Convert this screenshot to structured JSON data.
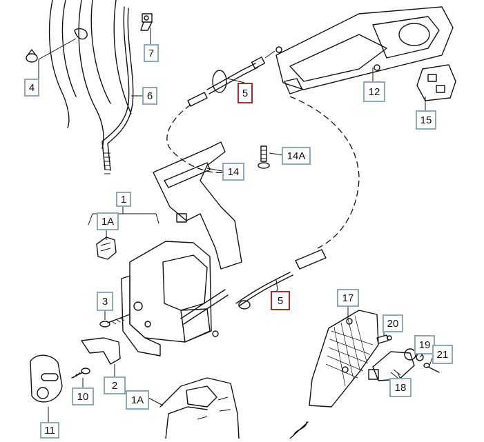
{
  "callouts": {
    "c7": "7",
    "c4": "4",
    "c6": "6",
    "c5_top": "5",
    "c12": "12",
    "c15": "15",
    "c14a": "14A",
    "c14": "14",
    "c1": "1",
    "c1a_left": "1A",
    "c3": "3",
    "c5_mid": "5",
    "c17": "17",
    "c20": "20",
    "c19": "19",
    "c21": "21",
    "c2": "2",
    "c10": "10",
    "c18": "18",
    "c1a_bottom": "1A",
    "c11": "11"
  },
  "colors": {
    "callout_border": "#8fa9b8",
    "callout_highlight": "#b0262c",
    "line": "#111111",
    "background": "#ffffff"
  }
}
